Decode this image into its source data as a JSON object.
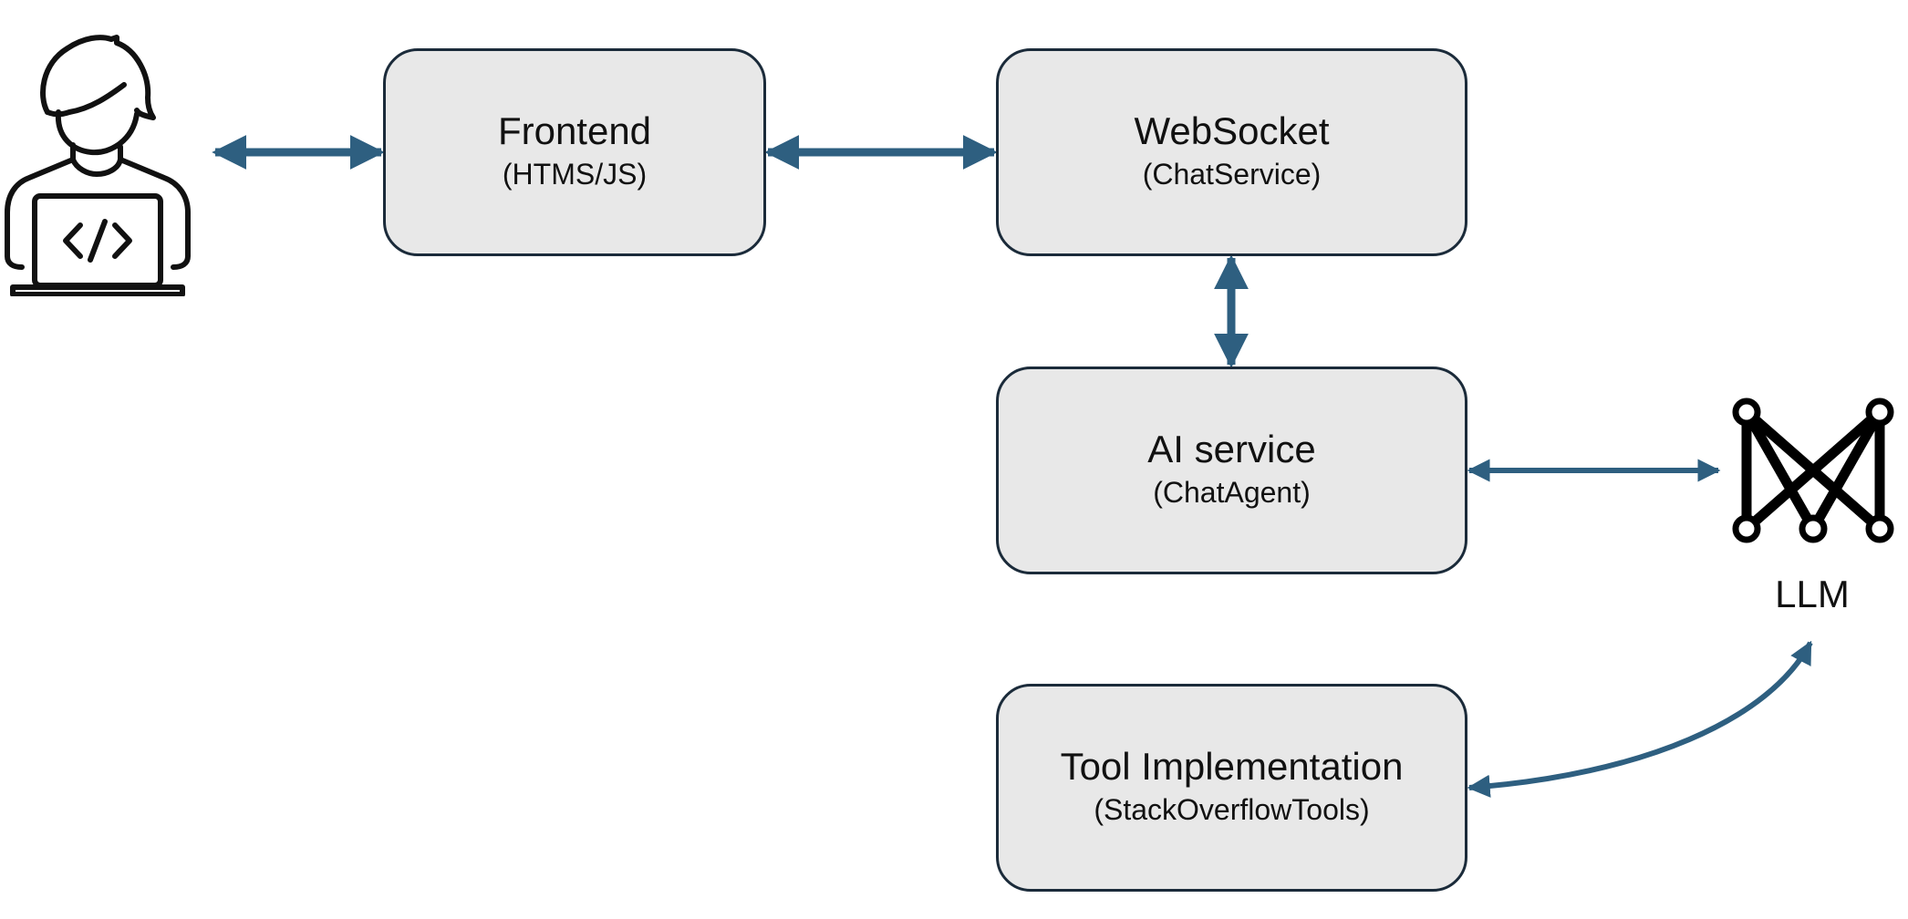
{
  "nodes": {
    "frontend": {
      "title": "Frontend",
      "subtitle": "(HTMS/JS)"
    },
    "websocket": {
      "title": "WebSocket",
      "subtitle": "(ChatService)"
    },
    "ai_service": {
      "title": "AI service",
      "subtitle": "(ChatAgent)"
    },
    "tool": {
      "title": "Tool Implementation",
      "subtitle": "(StackOverflowTools)"
    },
    "llm": {
      "label": "LLM"
    }
  },
  "edges": [
    {
      "from": "user",
      "to": "frontend",
      "direction": "both"
    },
    {
      "from": "frontend",
      "to": "websocket",
      "direction": "both"
    },
    {
      "from": "websocket",
      "to": "ai_service",
      "direction": "both"
    },
    {
      "from": "ai_service",
      "to": "llm",
      "direction": "both"
    },
    {
      "from": "tool",
      "to": "llm",
      "direction": "both"
    }
  ],
  "icons": {
    "user": "developer-laptop-icon",
    "llm": "neural-network-icon"
  },
  "colors": {
    "arrow": "#2e5f80",
    "box_fill": "#e8e8e8",
    "box_border": "#1b2b3a"
  }
}
